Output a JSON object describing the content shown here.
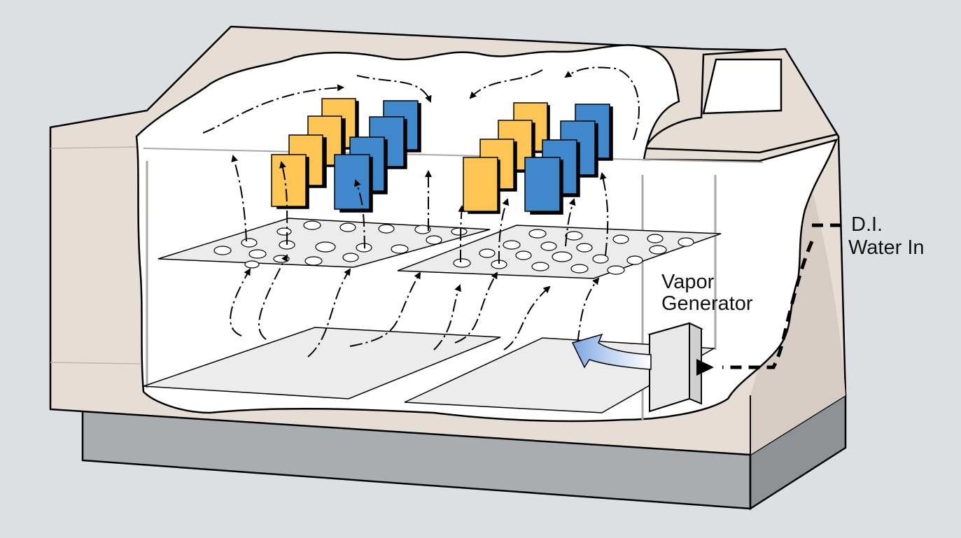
{
  "labels": {
    "water_in_line1": "D.I.",
    "water_in_line2": "Water In",
    "generator_line1": "Vapor",
    "generator_line2": "Generator"
  },
  "colors": {
    "background": "#dde0e3",
    "cabinet": "#e6ddd4",
    "cabinet_side": "#d6ccc4",
    "base": "#a9adb0",
    "interior": "#ffffff",
    "rack": "#ececec",
    "panel_yellow": "#fcc554",
    "panel_blue": "#3f88cc",
    "arrow": "#000000",
    "vapor_arrow": "#7ba7e0"
  },
  "icons": {
    "generator": "vapor-generator-box",
    "flow": "airflow-arrow",
    "inlet": "water-inlet-arrow"
  }
}
